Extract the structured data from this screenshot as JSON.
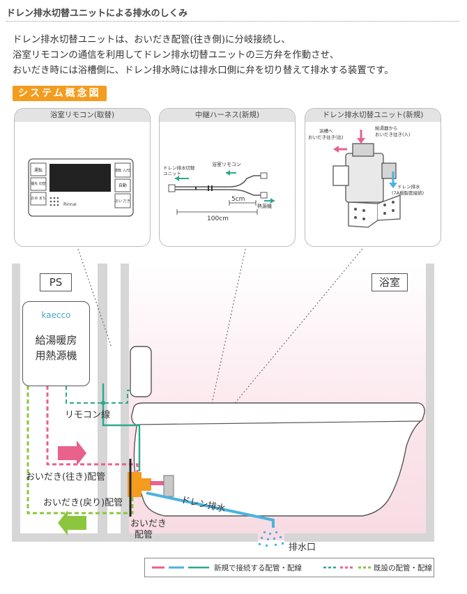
{
  "title": "ドレン排水切替ユニットによる排水のしくみ",
  "description": [
    "ドレン排水切替ユニットは、おいだき配管(往き側)に分岐接続し、",
    "浴室リモコンの通信を利用してドレン排水切替ユニットの三方弁を作動させ、",
    "おいだき時には浴槽側に、ドレン排水時には排水口側に弁を切り替えて排水する装置です。"
  ],
  "system_badge": "システム概念図",
  "panels": {
    "remote": {
      "header": "浴室リモコン(取替)",
      "left_buttons": [
        "運転",
        "優先\n切替",
        "おゆ\nまち"
      ],
      "right_buttons": [
        "運転\n入/切",
        "自動",
        "おい\nだき"
      ],
      "brand": "Rinnai"
    },
    "harness": {
      "header": "中継ハーネス(新規)",
      "label_remote": "浴室リモコン",
      "label_unit_1": "ドレン排水切替",
      "label_unit_2": "ユニット",
      "label_heater": "熱源機",
      "dim_small": "5cm",
      "dim_large": "100cm"
    },
    "unit": {
      "header": "ドレン排水切替ユニット(新規)",
      "label_out_1": "浴槽へ",
      "label_out_2": "おいだき往き(出)",
      "label_in_1": "給湯器から",
      "label_in_2": "おいだき往き(入)",
      "label_drain_1": "ドレン排水",
      "label_drain_2": "(7A樹脂管接続)"
    }
  },
  "diagram": {
    "ps_label": "PS",
    "room_label": "浴室",
    "heater_brand": "kaecco",
    "heater_name_1": "給湯暖房",
    "heater_name_2": "用熱源機",
    "remote_line": "リモコン線",
    "supply_pipe": "おいだき(往き)配管",
    "return_pipe": "おいだき(戻り)配管",
    "drain_label": "ドレン排水",
    "reheat_pipe_1": "おいだき",
    "reheat_pipe_2": "配管",
    "drain_outlet": "排水口"
  },
  "legend": {
    "new_label": "新規で接続する配管・配線",
    "existing_label": "既設の配管・配線"
  },
  "colors": {
    "pink": "#e8628c",
    "blue": "#4ab3e0",
    "teal": "#2aa98c",
    "green": "#8cc63e",
    "orange": "#f39c1e",
    "room_tint": "#fbe4ea"
  }
}
